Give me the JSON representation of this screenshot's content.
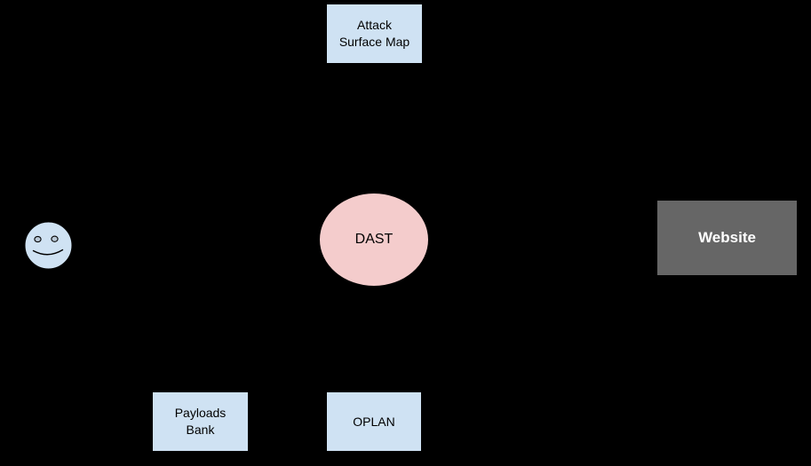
{
  "diagram": {
    "background_color": "#000000",
    "palette": {
      "light_blue_fill": "#cfe2f3",
      "pink_fill": "#f4cccc",
      "gray_fill": "#666666",
      "black_text": "#000000",
      "white_text": "#ffffff"
    },
    "nodes": {
      "attack_surface_map": {
        "label": "Attack Surface Map",
        "lines": [
          "Attack",
          "Surface Map"
        ],
        "shape": "rectangle",
        "fill": "#cfe2f3",
        "text_color": "#000000"
      },
      "dast": {
        "label": "DAST",
        "shape": "ellipse",
        "fill": "#f4cccc",
        "text_color": "#000000"
      },
      "user": {
        "label": "",
        "shape": "smiley-face",
        "fill": "#cfe2f3",
        "icon": "smiley-face-icon"
      },
      "website": {
        "label": "Website",
        "shape": "rectangle",
        "fill": "#666666",
        "text_color": "#ffffff"
      },
      "payloads_bank": {
        "label": "Payloads Bank",
        "lines": [
          "Payloads",
          "Bank"
        ],
        "shape": "rectangle",
        "fill": "#cfe2f3",
        "text_color": "#000000"
      },
      "oplan": {
        "label": "OPLAN",
        "shape": "rectangle",
        "fill": "#cfe2f3",
        "text_color": "#000000"
      }
    }
  }
}
